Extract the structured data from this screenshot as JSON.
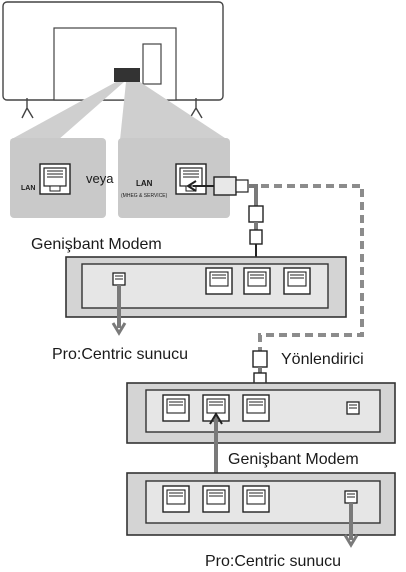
{
  "labels": {
    "lan": "LAN",
    "or": "veya",
    "lan_mheg": "LAN",
    "mheg_service": "(MHEG & SERVICE)",
    "broadband_modem_top": "Genişbant Modem",
    "pro_centric_left": "Pro:Centric sunucu",
    "router": "Yönlendirici",
    "broadband_modem_bottom": "Genişbant Modem",
    "pro_centric_bottom": "Pro:Centric sunucu"
  },
  "colors": {
    "panel_gray": "#c8c8c8",
    "device_gray": "#d4d4d4",
    "cable": "#7a7a7a",
    "dashed_cable": "#8c8c8c",
    "outline": "#333333"
  }
}
